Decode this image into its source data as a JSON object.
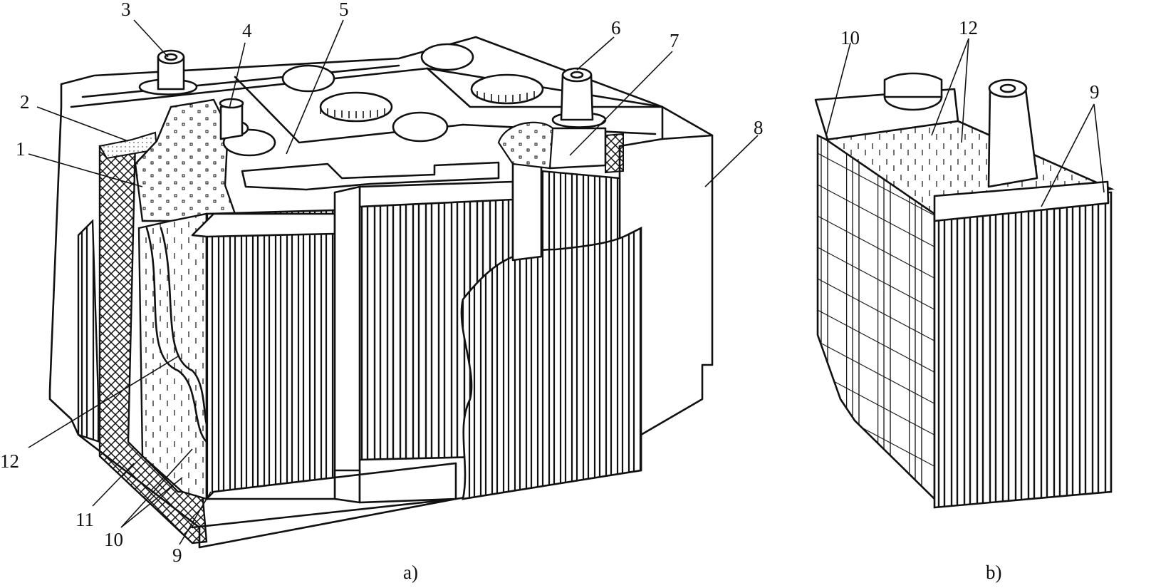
{
  "figure": {
    "caption_a": "a)",
    "caption_b": "b)"
  },
  "callouts_a": [
    "1",
    "2",
    "3",
    "4",
    "5",
    "6",
    "7",
    "8",
    "9",
    "10",
    "11",
    "12"
  ],
  "callouts_b": [
    "10",
    "12",
    "9"
  ]
}
